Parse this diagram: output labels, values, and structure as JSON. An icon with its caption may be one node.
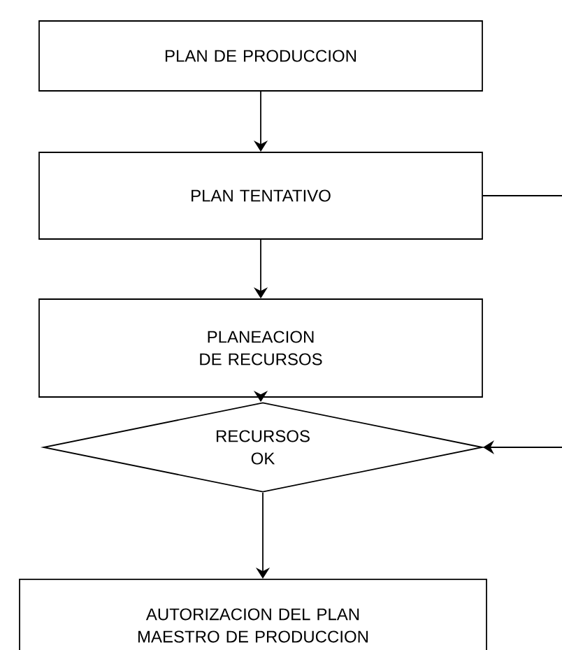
{
  "diagram": {
    "nodes": [
      {
        "text": [
          "PLAN DE PRODUCCION"
        ]
      },
      {
        "text": [
          "PLAN TENTATIVO"
        ]
      },
      {
        "text": [
          "PLANEACION DE RECURSOS"
        ]
      },
      {
        "text": [
          "RECURSOS OK"
        ]
      },
      {
        "text": [
          "AUTORIZACION DEL PLAN MAESTRO DE PRODUCCION"
        ]
      }
    ],
    "edges": [
      {
        "from": 0,
        "to": 1,
        "arrow": "to"
      },
      {
        "from": 1,
        "to": 2,
        "arrow": "to"
      },
      {
        "from": 2,
        "to": 3,
        "arrow": "to"
      },
      {
        "from": 3,
        "to": 4,
        "arrow": "to"
      },
      {
        "from": 1,
        "to": null,
        "arrow": "none"
      },
      {
        "from": null,
        "to": 3,
        "arrow": "to"
      }
    ]
  }
}
